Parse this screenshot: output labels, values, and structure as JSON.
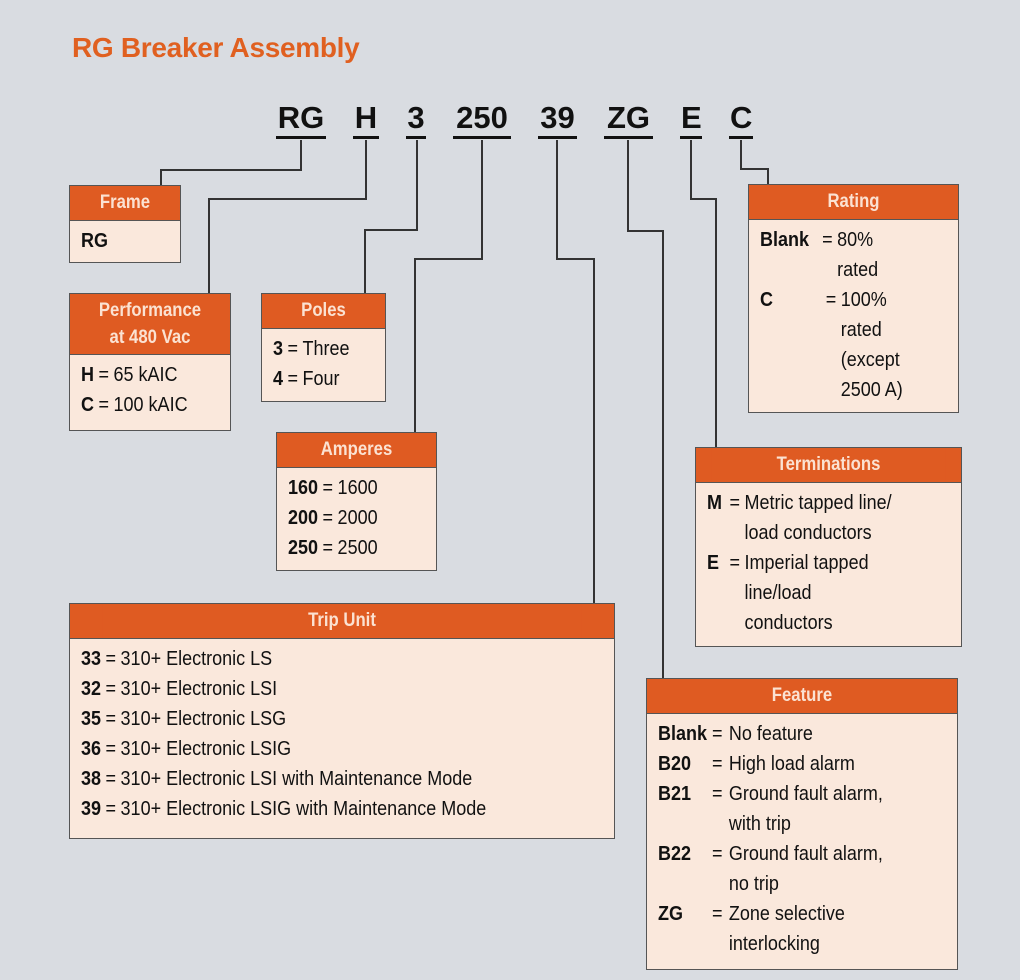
{
  "title": "RG Breaker Assembly",
  "catalog_code": {
    "segments": [
      "RG",
      "H",
      "3",
      "250",
      "39",
      "ZG",
      "E",
      "C"
    ]
  },
  "colors": {
    "accent": "#df5b22",
    "title": "#e06020",
    "box_fill": "#fae8dc",
    "background": "#d9dce1"
  },
  "boxes": {
    "frame": {
      "title": "Frame",
      "rows": [
        {
          "key": "RG",
          "eq": "",
          "value": ""
        }
      ]
    },
    "performance": {
      "title": "Performance at 480 Vac",
      "title_line1": "Performance",
      "title_line2": "at 480 Vac",
      "rows": [
        {
          "key": "H",
          "eq": "=",
          "value": "65 kAIC"
        },
        {
          "key": "C",
          "eq": "=",
          "value": "100 kAIC"
        }
      ]
    },
    "poles": {
      "title": "Poles",
      "rows": [
        {
          "key": "3",
          "eq": "=",
          "value": "Three"
        },
        {
          "key": "4",
          "eq": "=",
          "value": "Four"
        }
      ]
    },
    "amperes": {
      "title": "Amperes",
      "rows": [
        {
          "key": "160",
          "eq": "=",
          "value": "1600"
        },
        {
          "key": "200",
          "eq": "=",
          "value": "2000"
        },
        {
          "key": "250",
          "eq": "=",
          "value": "2500"
        }
      ]
    },
    "trip_unit": {
      "title": "Trip Unit",
      "rows": [
        {
          "key": "33",
          "eq": "=",
          "value": "310+ Electronic LS"
        },
        {
          "key": "32",
          "eq": "=",
          "value": "310+ Electronic LSI"
        },
        {
          "key": "35",
          "eq": "=",
          "value": "310+ Electronic LSG"
        },
        {
          "key": "36",
          "eq": "=",
          "value": "310+ Electronic LSIG"
        },
        {
          "key": "38",
          "eq": "=",
          "value": "310+ Electronic LSI with Maintenance Mode"
        },
        {
          "key": "39",
          "eq": "=",
          "value": "310+ Electronic LSIG with Maintenance Mode"
        }
      ]
    },
    "rating": {
      "title": "Rating",
      "rows": [
        {
          "key": "Blank",
          "eq": "=",
          "value": "80%\nrated"
        },
        {
          "key": "C",
          "eq": "=",
          "value": "100%\nrated\n(except\n2500 A)"
        }
      ]
    },
    "terminations": {
      "title": "Terminations",
      "rows": [
        {
          "key": "M",
          "eq": "=",
          "value": "Metric tapped line/\nload conductors"
        },
        {
          "key": "E",
          "eq": "=",
          "value": "Imperial tapped\nline/load\nconductors"
        }
      ]
    },
    "feature": {
      "title": "Feature",
      "rows": [
        {
          "key": "Blank",
          "eq": "=",
          "value": "No feature"
        },
        {
          "key": "B20",
          "eq": "=",
          "value": "High load alarm"
        },
        {
          "key": "B21",
          "eq": "=",
          "value": "Ground fault alarm,\nwith trip"
        },
        {
          "key": "B22",
          "eq": "=",
          "value": "Ground fault alarm,\nno trip"
        },
        {
          "key": "ZG",
          "eq": "=",
          "value": "Zone selective\ninterlocking"
        }
      ]
    }
  }
}
